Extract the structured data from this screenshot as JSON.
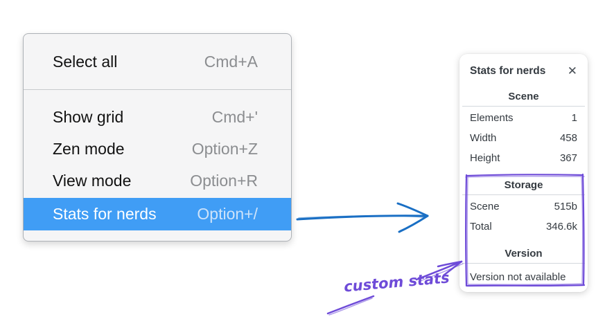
{
  "menu": {
    "groups": [
      {
        "items": [
          {
            "label": "Select all",
            "shortcut": "Cmd+A",
            "highlighted": false
          }
        ]
      },
      {
        "items": [
          {
            "label": "Show grid",
            "shortcut": "Cmd+'",
            "highlighted": false
          },
          {
            "label": "Zen mode",
            "shortcut": "Option+Z",
            "highlighted": false
          },
          {
            "label": "View mode",
            "shortcut": "Option+R",
            "highlighted": false
          },
          {
            "label": "Stats for nerds",
            "shortcut": "Option+/",
            "highlighted": true
          }
        ]
      }
    ]
  },
  "stats_panel": {
    "title": "Stats for nerds",
    "close_icon": "✕",
    "sections": [
      {
        "heading": "Scene",
        "rows": [
          {
            "label": "Elements",
            "value": "1"
          },
          {
            "label": "Width",
            "value": "458"
          },
          {
            "label": "Height",
            "value": "367"
          }
        ]
      },
      {
        "heading": "Storage",
        "rows": [
          {
            "label": "Scene",
            "value": "515b"
          },
          {
            "label": "Total",
            "value": "346.6k"
          }
        ]
      },
      {
        "heading": "Version",
        "note": "Version not available"
      }
    ]
  },
  "annotations": {
    "label": "custom stats"
  },
  "colors": {
    "menu_highlight": "#409df5",
    "arrow_blue": "#1a6fc4",
    "annotation_purple": "#6e4bd8"
  }
}
